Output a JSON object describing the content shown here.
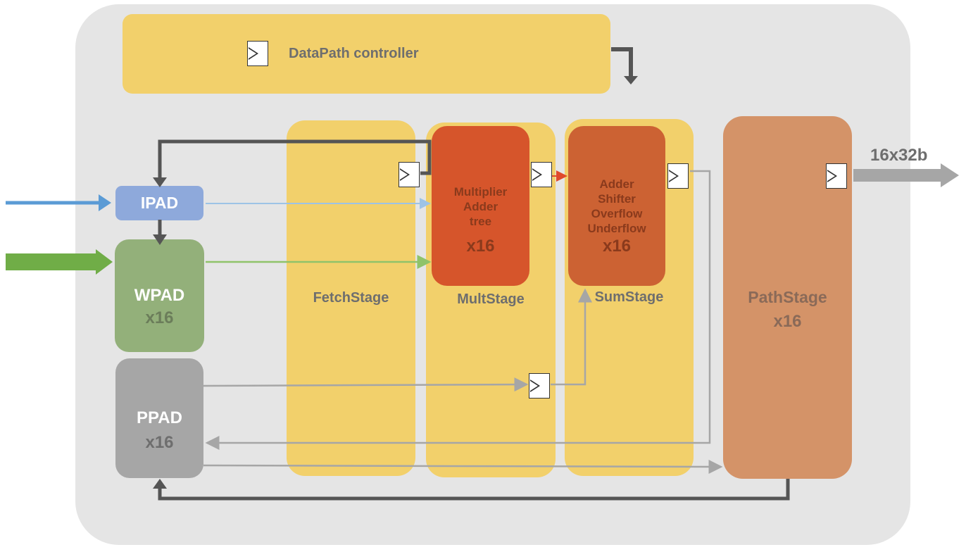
{
  "controller": {
    "label": "DataPath controller"
  },
  "inputs": {
    "ipad": {
      "label": "IPAD"
    },
    "wpad": {
      "label": "WPAD",
      "count": "x16"
    },
    "ppad": {
      "label": "PPAD",
      "count": "x16"
    }
  },
  "stages": {
    "fetch": {
      "label": "FetchStage"
    },
    "mult": {
      "label": "MultStage",
      "unit_lines": [
        "Multiplier",
        "Adder",
        "tree"
      ],
      "count": "x16"
    },
    "sum": {
      "label": "SumStage",
      "unit_lines": [
        "Adder",
        "Shifter",
        "Overflow",
        "Underflow"
      ],
      "count": "x16"
    },
    "path": {
      "label": "PathStage",
      "count": "x16"
    }
  },
  "output": {
    "label": "16x32b"
  },
  "colors": {
    "background_panel": "#e5e5e5",
    "stage_yellow": "#f2d06b",
    "ipad_blue": "#8ea9db",
    "wpad_green": "#93b07a",
    "ppad_gray": "#a6a6a6",
    "mult_orange": "#d6552b",
    "sum_orange": "#cc6233",
    "path_tan": "#d49368",
    "blue_input": "#5b9bd5",
    "green_input": "#70ad47"
  }
}
